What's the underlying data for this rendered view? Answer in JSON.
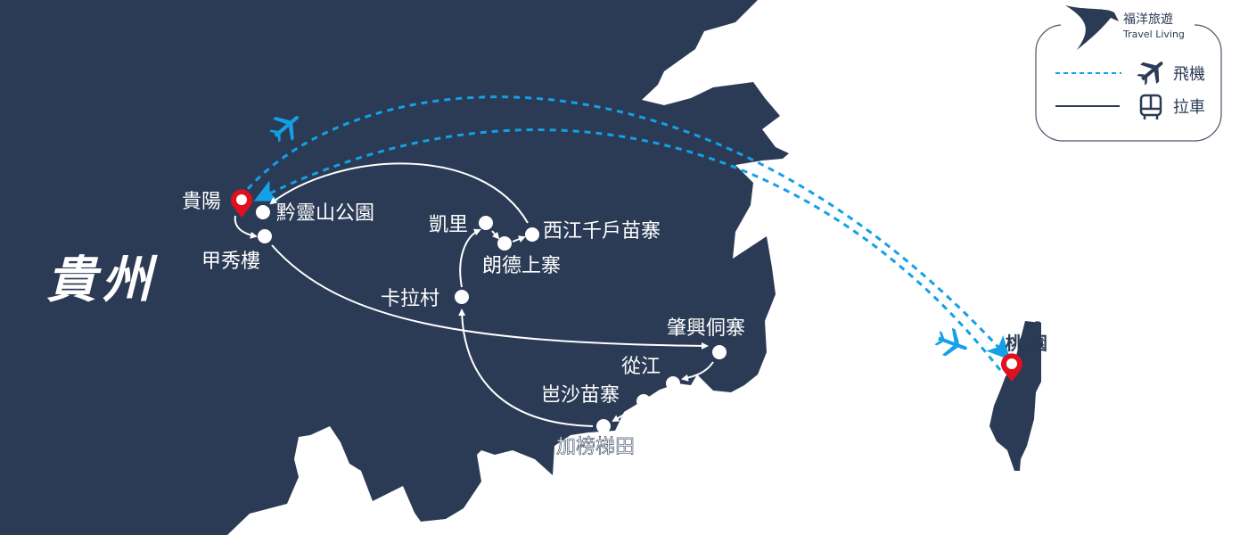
{
  "region_title": "貴州",
  "logo": {
    "name": "福洋旅遊",
    "tagline": "Travel Living"
  },
  "legend": {
    "flight_label": "飛機",
    "bus_label": "拉車",
    "flight_color": "#14a0e6",
    "bus_color": "#2b3b55"
  },
  "colors": {
    "land": "#2b3b55",
    "pin": "#e0101e",
    "route": "#ffffff"
  },
  "places": {
    "guiyang": "貴陽",
    "qianling": "黔靈山公園",
    "jiaxiu": "甲秀樓",
    "kaili": "凱里",
    "langde": "朗德上寨",
    "xijiang": "西江千戶苗寨",
    "kala": "卡拉村",
    "zhaoxing": "肇興侗寨",
    "congjiang": "從江",
    "basha": "岜沙苗寨",
    "jiabang": "加榜梯田",
    "taoyuan": "桃 園"
  }
}
